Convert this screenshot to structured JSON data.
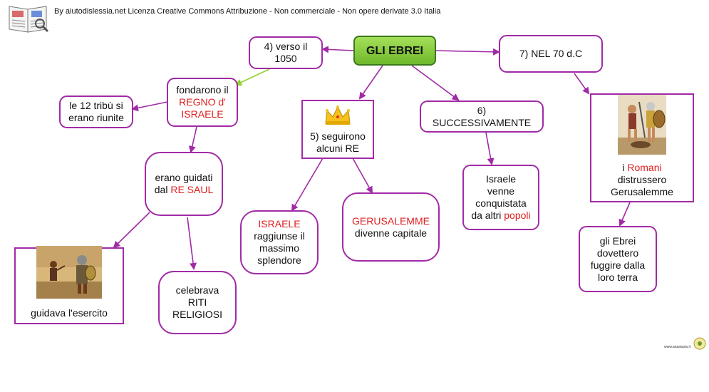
{
  "credit": "By aiutodislessia.net Licenza Creative Commons Attribuzione - Non commerciale - Non opere derivate 3.0 Italia",
  "footer": "www.anastasis.it",
  "colors": {
    "node_border": "#a12aa6",
    "arrow": "#a12aa6",
    "highlight": "#e02020",
    "main_fill": "#8ccc42",
    "green_arrow": "#8fd32a"
  },
  "nodes": {
    "main": "GLI EBREI",
    "verso": {
      "l1": "4) verso il",
      "l2": "1050"
    },
    "nel70": "7) NEL 70 d.C",
    "fondarono": {
      "l1": "fondarono il",
      "l2": "REGNO d'",
      "l3": "ISRAELE"
    },
    "tribu": {
      "l1": "le 12 tribù si",
      "l2": "erano riunite"
    },
    "seguirono": {
      "l1": "5) seguirono",
      "l2": "alcuni RE"
    },
    "successivamente": {
      "l1": "6)",
      "l2": "SUCCESSIVAMENTE"
    },
    "romani": {
      "pre": "i ",
      "red": "Romani",
      "l2": "distrussero",
      "l3": "Gerusalemme"
    },
    "guidati": {
      "l1": "erano guidati",
      "pre": "dal ",
      "red": "RE SAUL"
    },
    "conquistata": {
      "l1": "Israele",
      "l2": "venne",
      "l3": "conquistata",
      "pre": "da altri ",
      "red": "popoli"
    },
    "fuggire": {
      "l1": "gli Ebrei",
      "l2": "dovettero",
      "l3": "fuggire dalla",
      "l4": "loro terra"
    },
    "israele": {
      "red": "ISRAELE",
      "l2": "raggiunse il",
      "l3": "massimo",
      "l4": "splendore"
    },
    "gerusalemme": {
      "red": "GERUSALEMME",
      "l2": "divenne capitale"
    },
    "esercito": "guidava l'esercito",
    "riti": {
      "l1": "celebrava",
      "l2": "RITI",
      "l3": "RELIGIOSI"
    }
  }
}
